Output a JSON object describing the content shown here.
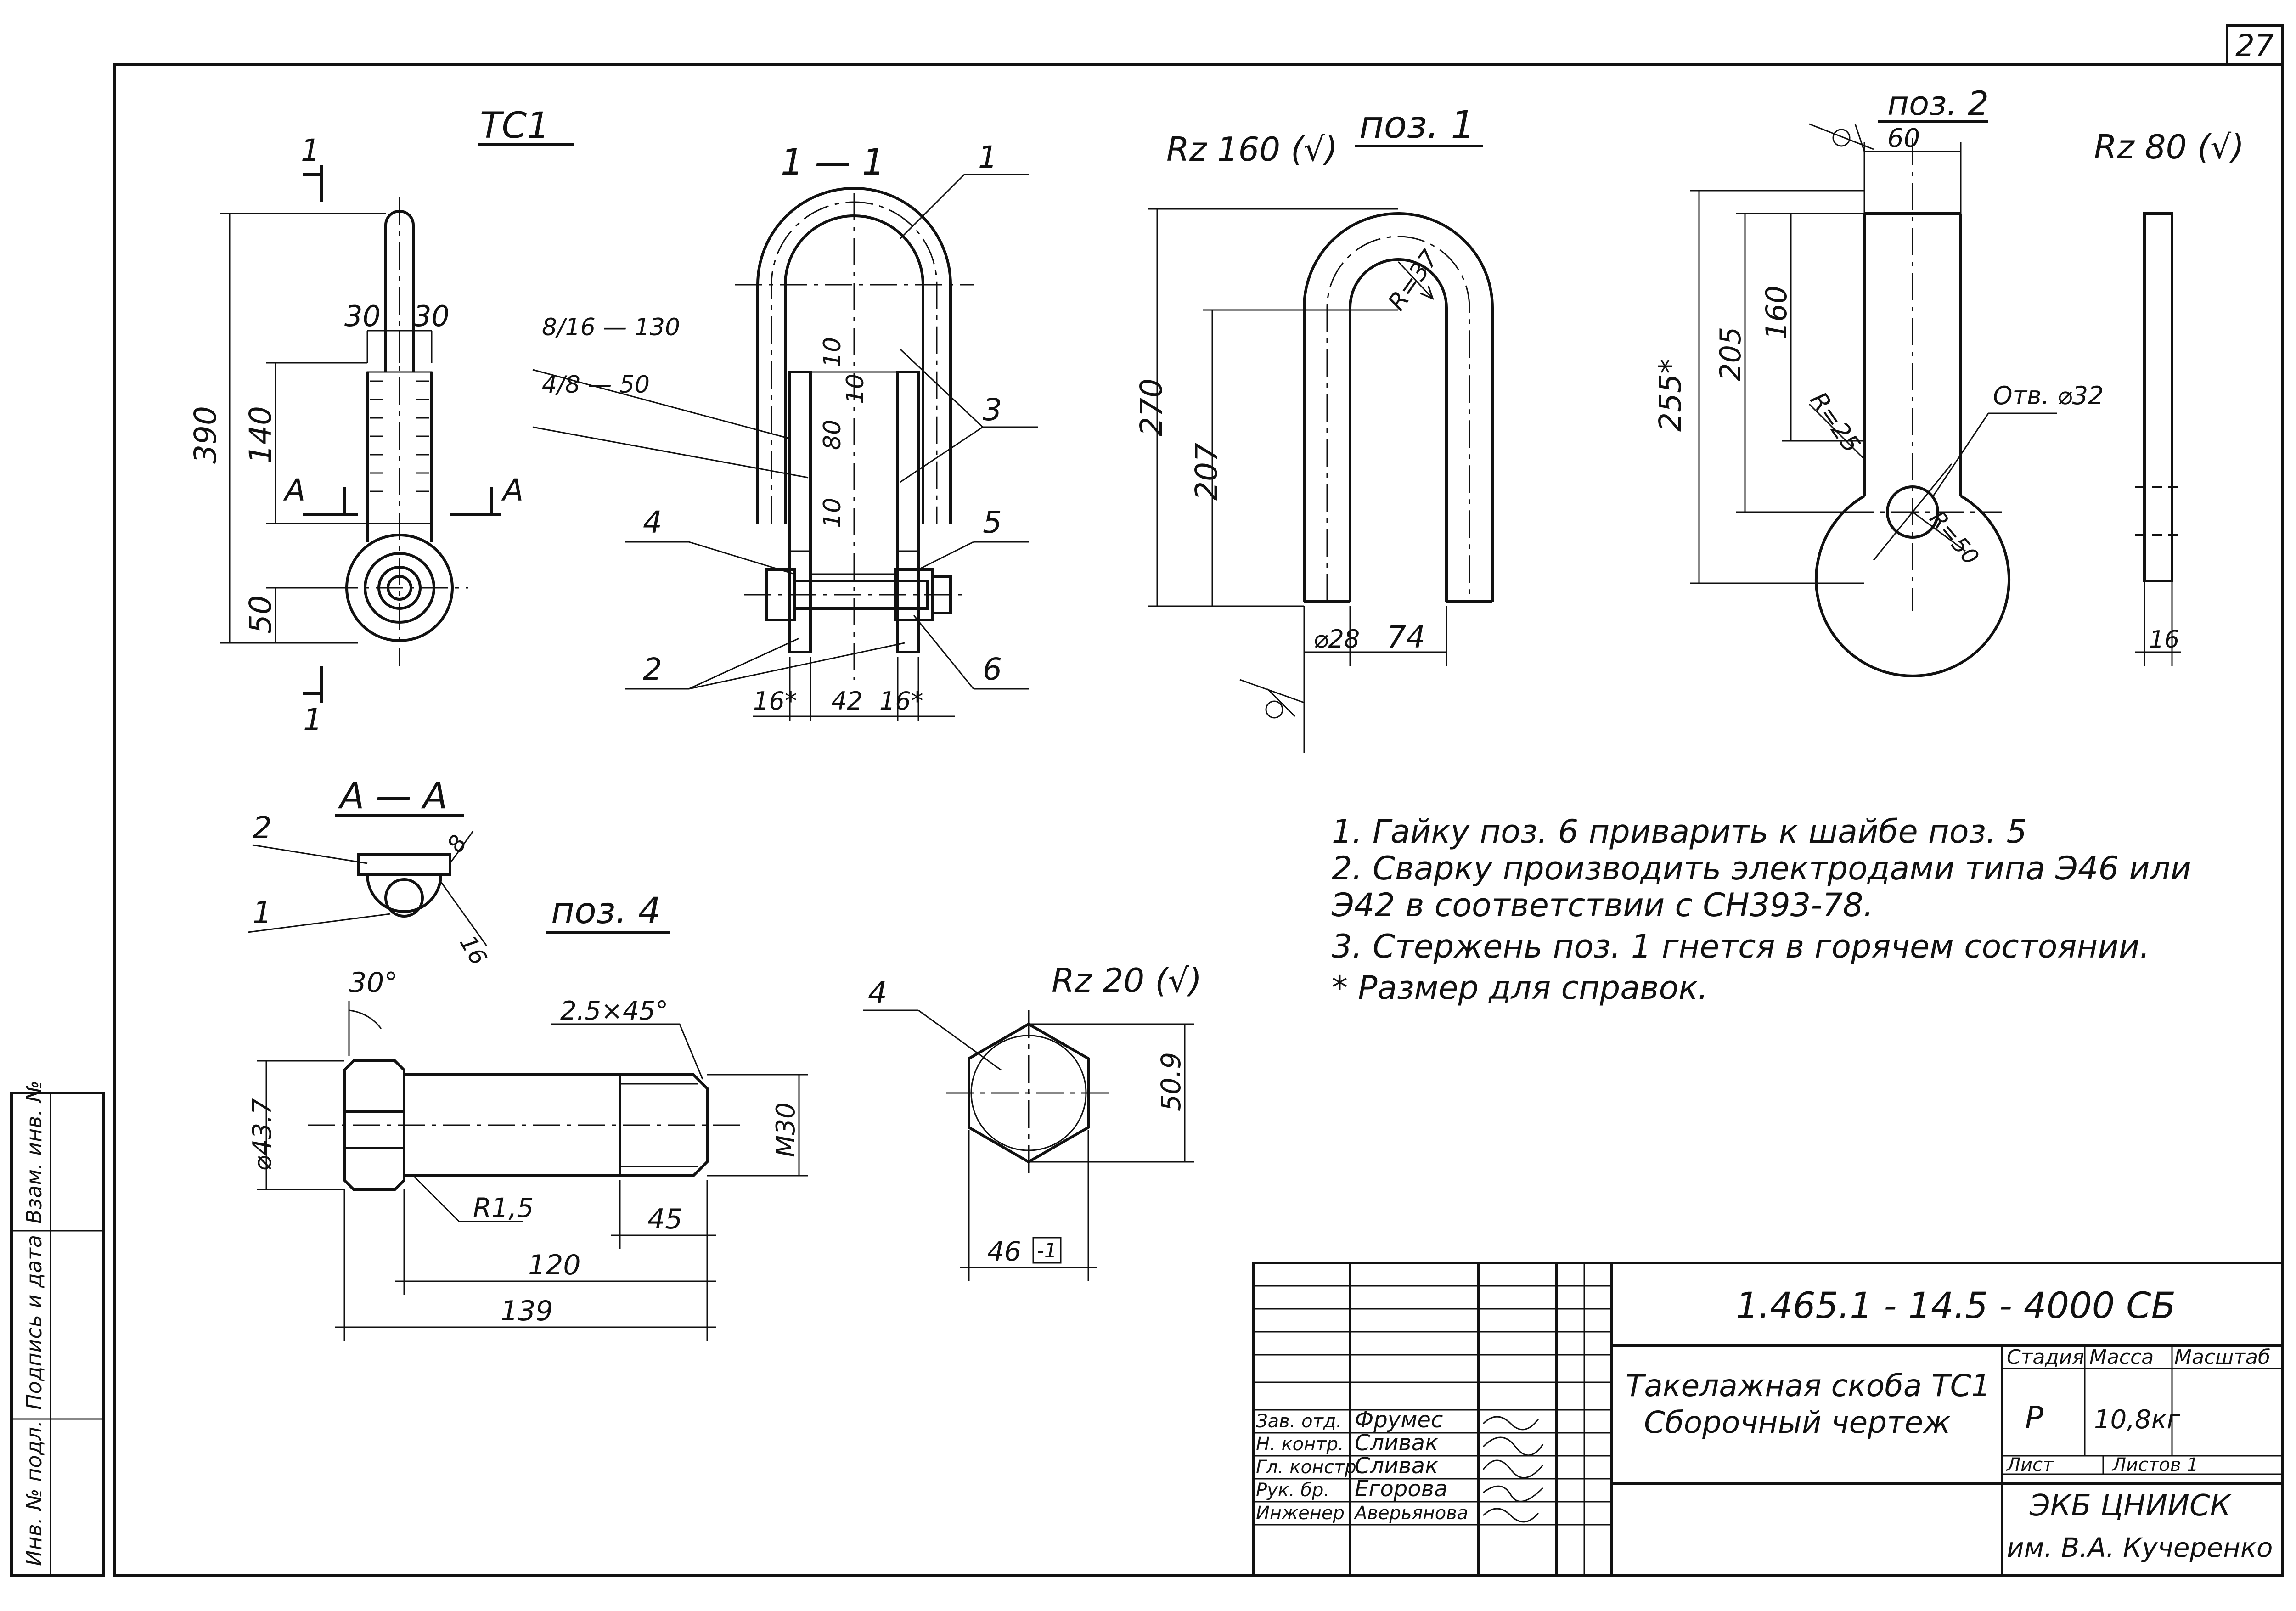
{
  "sheet_number": "27",
  "views": {
    "tc1": {
      "title": "TC1",
      "section_mark": "1",
      "section_arrow": "A",
      "dims": {
        "overall": "390",
        "grip": "140",
        "eye": "50",
        "w_left": "30",
        "w_right": "30"
      }
    },
    "section_1_1": {
      "title": "1 — 1",
      "weld_1": "8/16 — 130",
      "weld_2": "4/8 — 50",
      "dims": {
        "d10a": "10",
        "d80": "80",
        "d10b": "10",
        "d10c": "10",
        "plate_l": "16*",
        "gap": "42",
        "plate_r": "16*"
      },
      "callouts": [
        "1",
        "3",
        "4",
        "5",
        "2",
        "6"
      ]
    },
    "pos1": {
      "title": "поз. 1",
      "roughness": "Rz 160 (√)",
      "dims": {
        "height": "270",
        "straight": "207",
        "radius": "R=37",
        "diameter": "⌀28",
        "inner": "74"
      }
    },
    "pos2": {
      "title": "поз. 2",
      "roughness": "Rz 80 (√)",
      "dims": {
        "width": "60",
        "total": "255*",
        "h205": "205",
        "h160": "160",
        "r25": "R=25",
        "hole": "Отв. ⌀32",
        "r50": "R=50",
        "thick": "16"
      }
    },
    "section_aa": {
      "title": "А — А",
      "callouts": [
        "2",
        "1"
      ],
      "dims": {
        "d8": "8",
        "d16": "16"
      }
    },
    "pos4": {
      "title": "поз. 4",
      "callout": "4",
      "roughness": "Rz 20 (√)",
      "dims": {
        "angle": "30°",
        "chamfer": "2.5×45°",
        "head_d": "⌀43.7",
        "thread": "M30",
        "radius": "R1,5",
        "thread_len": "45",
        "shank": "120",
        "overall": "139",
        "across_corners": "50.9",
        "across_flats": "46",
        "tolerance": "-1"
      }
    }
  },
  "notes": [
    "1.  Гайку поз. 6 приварить  к шайбе  поз. 5",
    "2.  Сварку  производить  электродами типа Э46 или",
    "     Э42 в соответствии с СН393-78.",
    "3.  Стержень  поз. 1  гнется  в горячем состоянии.",
    "*   Размер для справок."
  ],
  "side_stamp": [
    "Инв. № подл.",
    "Подпись и дата",
    "Взам. инв. №"
  ],
  "title_block": {
    "document_code": "1.465.1 - 14.5 - 4000 СБ",
    "name_line1": "Такелажная скоба ТС1",
    "name_line2": "Сборочный чертеж",
    "headers": {
      "stage": "Стадия",
      "mass": "Масса",
      "scale": "Масштаб"
    },
    "stage": "Р",
    "mass": "10,8кг",
    "sheet_label": "Лист",
    "sheets_label": "Листов 1",
    "org_line1": "ЭКБ ЦНИИСК",
    "org_line2": "им. В.А. Кучеренко",
    "signers": [
      {
        "role": "Зав. отд.",
        "name": "Фрумес"
      },
      {
        "role": "Н. контр.",
        "name": "Сливак"
      },
      {
        "role": "Гл. констр.",
        "name": "Сливак"
      },
      {
        "role": "Рук. бр.",
        "name": "Егорова"
      },
      {
        "role": "Инженер",
        "name": "Аверьянова"
      }
    ]
  }
}
